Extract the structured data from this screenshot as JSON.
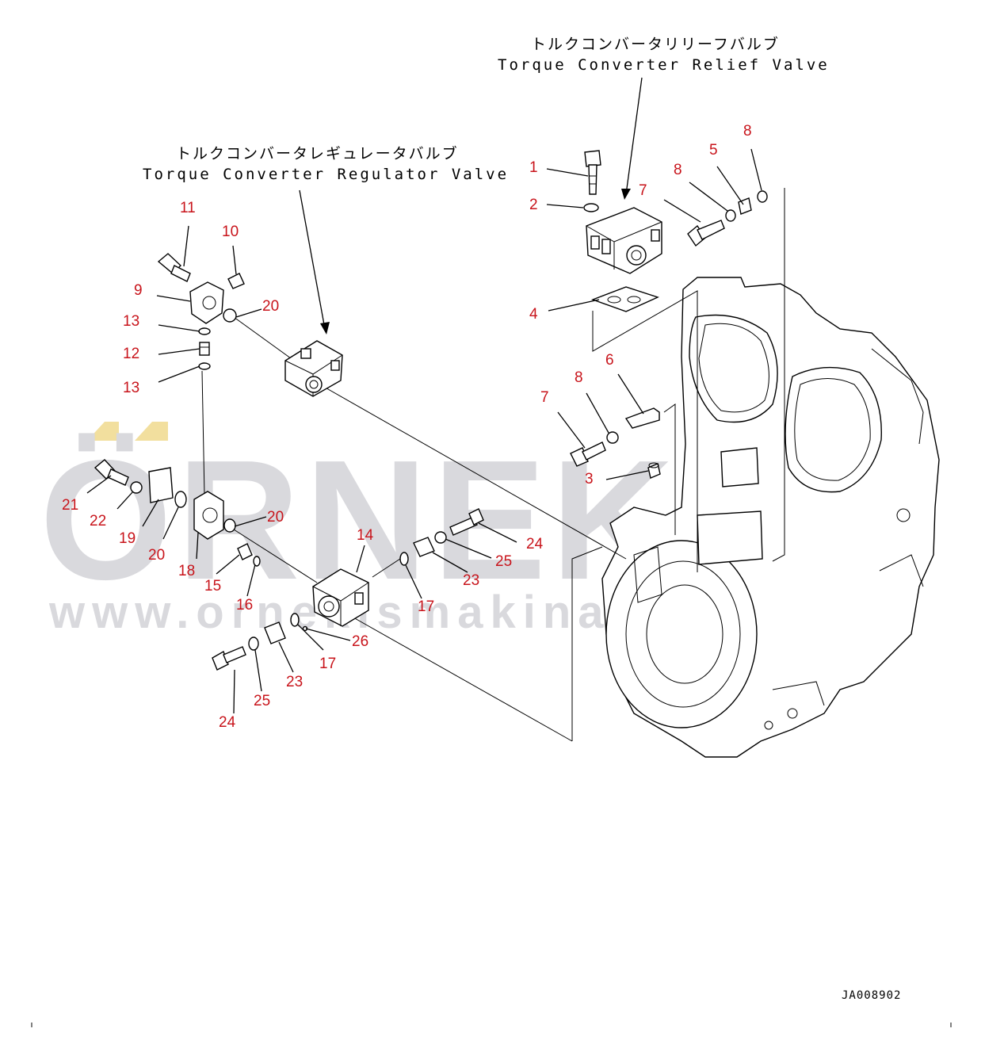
{
  "titles": {
    "relief_jp": "トルクコンバータリリーフバルブ",
    "relief_en": "Torque Converter Relief Valve",
    "regulator_jp": "トルクコンバータレギュレータバルブ",
    "regulator_en": "Torque Converter Regulator Valve"
  },
  "watermark": {
    "word": "ÖRNEK",
    "url": "www.ornekismakinalari.com.tr"
  },
  "drawing_code": "JA008902",
  "colors": {
    "callout": "#c8141b",
    "watermark": "#d9d9dd",
    "watermark_accent": "#f2df9e"
  },
  "callouts": {
    "c1": "1",
    "c2": "2",
    "c3": "3",
    "c4": "4",
    "c5": "5",
    "c6": "6",
    "c7a": "7",
    "c7b": "7",
    "c8a": "8",
    "c8b": "8",
    "c8c": "8",
    "c9": "9",
    "c10": "10",
    "c11": "11",
    "c12": "12",
    "c13a": "13",
    "c13b": "13",
    "c14": "14",
    "c15": "15",
    "c16": "16",
    "c17a": "17",
    "c17b": "17",
    "c18": "18",
    "c19": "19",
    "c20a": "20",
    "c20b": "20",
    "c20c": "20",
    "c21": "21",
    "c22": "22",
    "c23a": "23",
    "c23b": "23",
    "c24a": "24",
    "c24b": "24",
    "c25a": "25",
    "c25b": "25",
    "c26": "26"
  }
}
